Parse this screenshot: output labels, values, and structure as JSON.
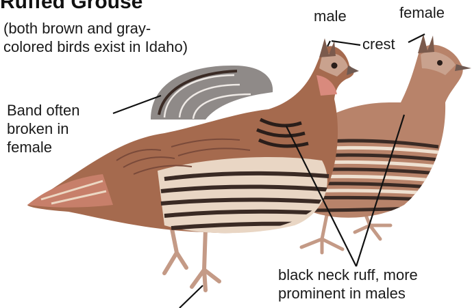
{
  "title": "Ruffed Grouse",
  "subtitle_lines": [
    "(both brown and gray-",
    "colored birds exist in Idaho)"
  ],
  "labels": {
    "male": "male",
    "female": "female",
    "crest": "crest",
    "band_lines": [
      "Band often",
      "broken in",
      "female"
    ],
    "ruff_lines": [
      "black neck ruff, more",
      "prominent in males"
    ]
  },
  "colors": {
    "plumage_brown": "#a56a4e",
    "plumage_light": "#e9d6c4",
    "bar_dark": "#3a2a24",
    "tail_gray": "#8f8a88",
    "leader_line": "#111111"
  }
}
